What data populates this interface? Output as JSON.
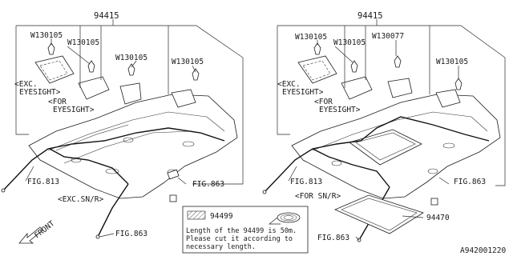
{
  "left_panel": {
    "part_number": "94415",
    "callouts": {
      "w1": "W130105",
      "w2": "W130105",
      "w3": "W130105",
      "w4": "W130105",
      "exc_eyesight_1": "<EXC.",
      "exc_eyesight_2": "EYESIGHT>",
      "for_eyesight_1": "<FOR",
      "for_eyesight_2": "EYESIGHT>",
      "fig813": "FIG.813",
      "fig863_right": "FIG.863",
      "fig863_bottom": "FIG.863"
    },
    "variant_label": "<EXC.SN/R>"
  },
  "right_panel": {
    "part_number": "94415",
    "callouts": {
      "w1": "W130105",
      "w2": "W130105",
      "w3": "W130077",
      "w4": "W130105",
      "exc_eyesight_1": "<EXC.",
      "exc_eyesight_2": "EYESIGHT>",
      "for_eyesight_1": "<FOR",
      "for_eyesight_2": "EYESIGHT>",
      "fig813": "FIG.813",
      "fig863_right": "FIG.863",
      "fig863_bottom": "FIG.863",
      "part_94470": "94470"
    },
    "variant_label": "<FOR SN/R>"
  },
  "legend": {
    "part_number": "94499",
    "note_line1": "Length of the 94499 is 50m.",
    "note_line2": "Please cut it according to",
    "note_line3": "necessary length."
  },
  "front_label": "FRONT",
  "diagram_id": "A942001220"
}
